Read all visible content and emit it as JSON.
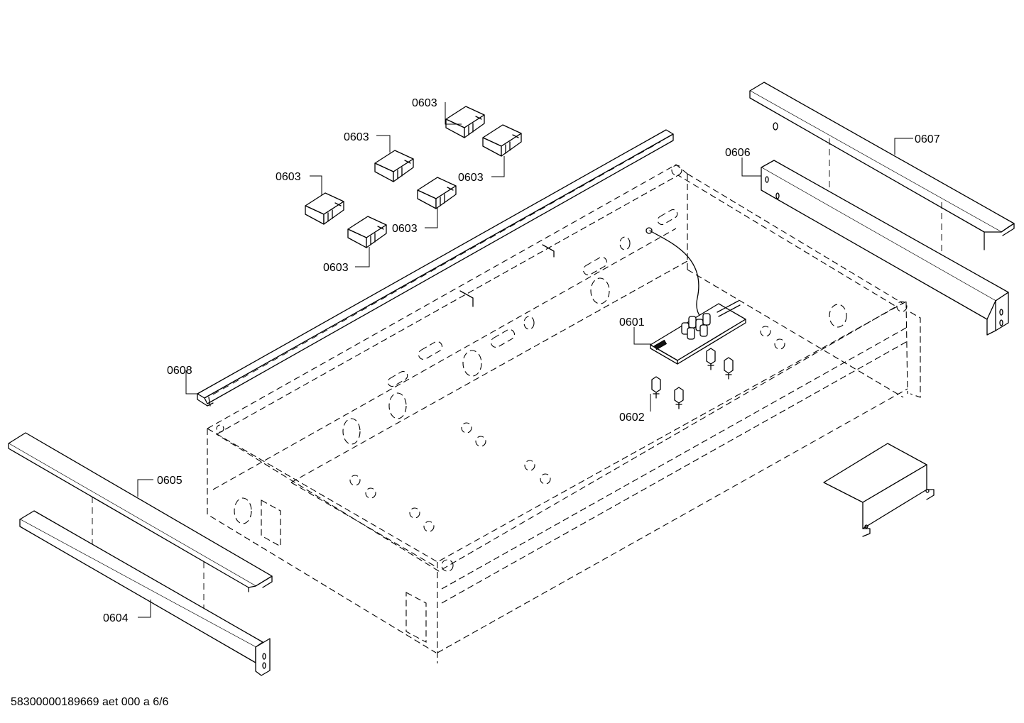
{
  "labels": {
    "p0601": "0601",
    "p0602": "0602",
    "p0603": [
      "0603",
      "0603",
      "0603",
      "0603",
      "0603",
      "0603"
    ],
    "p0604": "0604",
    "p0605": "0605",
    "p0606": "0606",
    "p0607": "0607",
    "p0608": "0608"
  },
  "footer": "58300000189669 aet 000 a 6/6"
}
